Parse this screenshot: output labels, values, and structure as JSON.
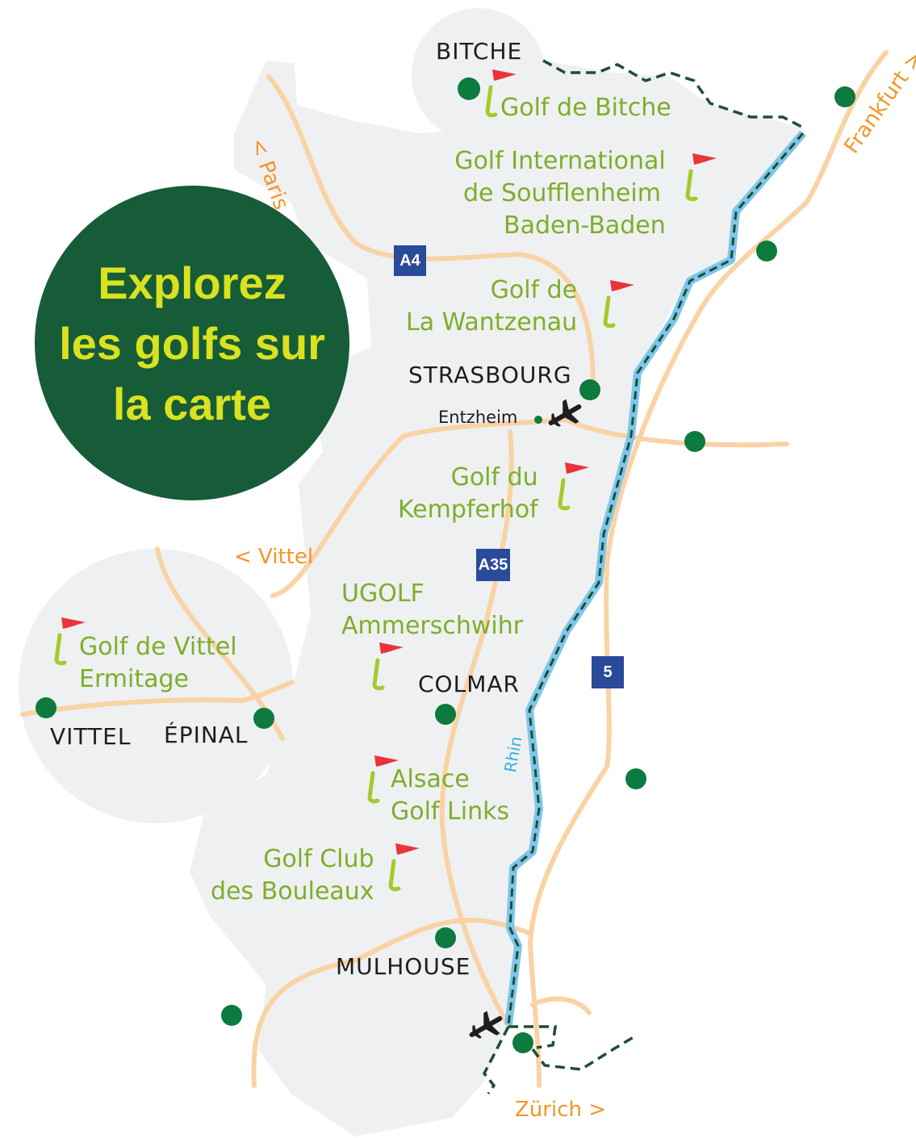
{
  "title": {
    "lines": [
      "Explorez",
      "les golfs sur",
      "la carte"
    ]
  },
  "colors": {
    "land": "#eef0f2",
    "road": "#f9d3a4",
    "river": "#7ec6ea",
    "border": "#1d4f35",
    "city_dot": "#0d7a3e",
    "golf_text": "#7fae2a",
    "flag": "#e8343a",
    "title_bg": "#175c38",
    "title_text": "#d9e21f",
    "direction": "#f29628",
    "road_sign": "#2a4a9a"
  },
  "cities": {
    "bitche": "BITCHE",
    "strasbourg": "STRASBOURG",
    "entzheim": "Entzheim",
    "colmar": "COLMAR",
    "mulhouse": "MULHOUSE",
    "vittel": "VITTEL",
    "epinal": "ÉPINAL"
  },
  "golfs": [
    {
      "name": "golf-bitche",
      "lines": [
        "Golf de Bitche"
      ]
    },
    {
      "name": "golf-soufflenheim",
      "lines": [
        "Golf International",
        "de Soufflenheim",
        "Baden-Baden"
      ]
    },
    {
      "name": "golf-wantzenau",
      "lines": [
        "Golf de",
        "La Wantzenau"
      ]
    },
    {
      "name": "golf-kempferhof",
      "lines": [
        "Golf du",
        "Kempferhof"
      ]
    },
    {
      "name": "ugolf-ammerschwihr",
      "lines": [
        "UGOLF",
        "Ammerschwihr"
      ]
    },
    {
      "name": "golf-vittel",
      "lines": [
        "Golf de Vittel",
        "Ermitage"
      ]
    },
    {
      "name": "alsace-golf-links",
      "lines": [
        "Alsace",
        "Golf Links"
      ]
    },
    {
      "name": "golf-bouleaux",
      "lines": [
        "Golf Club",
        "des Bouleaux"
      ]
    }
  ],
  "directions": {
    "paris": "< Paris",
    "frankfurt": "Frankfurt >",
    "vittel": "< Vittel",
    "zurich": "Zürich >"
  },
  "road_signs": {
    "a4": "A4",
    "a35": "A35",
    "five": "5"
  },
  "river": "Rhin",
  "icons": {
    "airport": "airplane-icon",
    "golf": "golf-flag-icon",
    "city": "dot-icon"
  }
}
